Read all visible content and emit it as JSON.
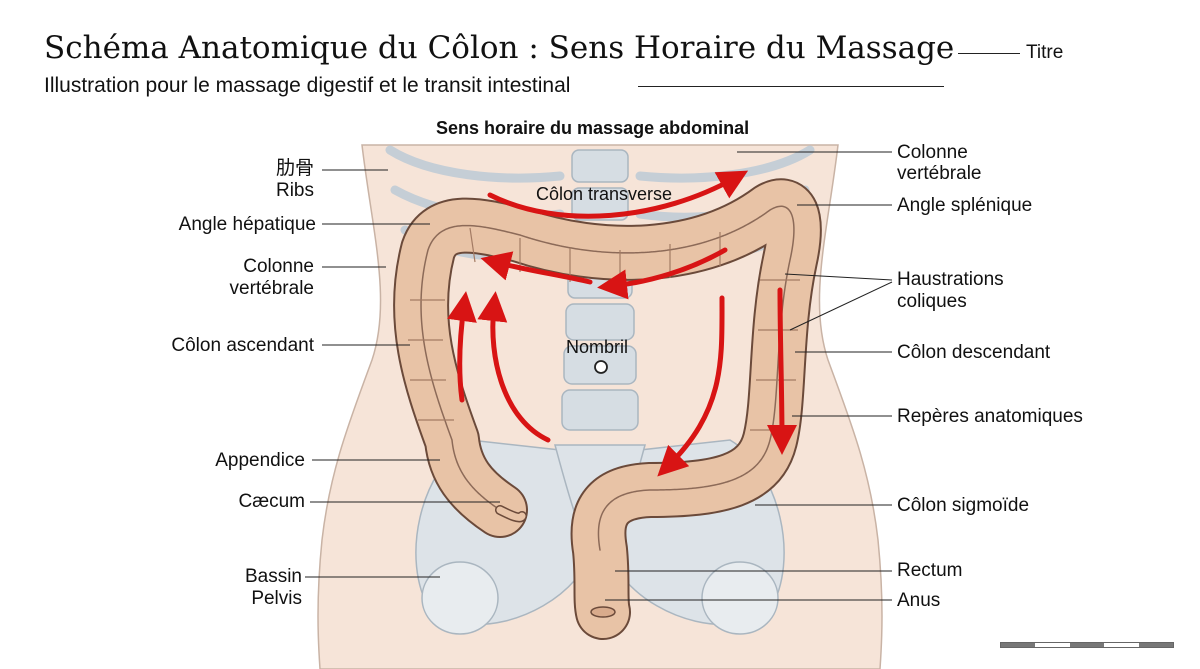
{
  "header": {
    "title": "Schéma Anatomique du Côlon : Sens Horaire du Massage",
    "title_tag": "Titre",
    "subtitle": "Illustration pour le massage digestif et le transit intestinal"
  },
  "diagram": {
    "heading": "Sens horaire du massage abdominal",
    "inside_labels": {
      "transverse": "Côlon transverse",
      "navel": "Nombril"
    },
    "left_labels": {
      "ribs_cn": "肋骨",
      "ribs": "Ribs",
      "hepatic_angle": "Angle hépatique",
      "spine_line1": "Colonne",
      "spine_line2": "vertébrale",
      "ascending": "Côlon ascendant",
      "appendix": "Appendice",
      "caecum": "Cæcum",
      "pelvis_line1": "Bassin",
      "pelvis_line2": "Pelvis"
    },
    "right_labels": {
      "spine_line1": "Colonne",
      "spine_line2": "vertébrale",
      "splenic_angle": "Angle splénique",
      "haustra_line1": "Haustrations",
      "haustra_line2": "coliques",
      "descending": "Côlon descendant",
      "landmarks": "Repères anatomiques",
      "sigmoid": "Côlon sigmoïde",
      "rectum": "Rectum",
      "anus": "Anus"
    },
    "colors": {
      "colon": "#e8c3a6",
      "colon_stroke": "#6b4a3a",
      "arrow": "#d81414",
      "bone": "#d6dde3",
      "skin": "#f6e4d8"
    }
  }
}
